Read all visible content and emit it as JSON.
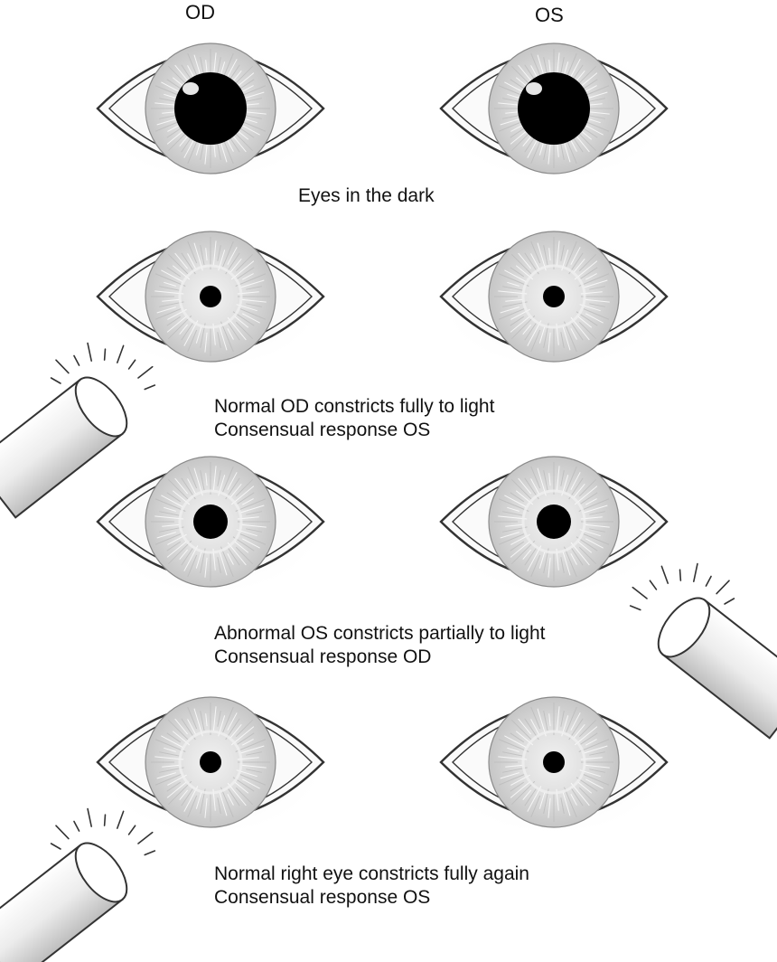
{
  "headers": {
    "left": "OD",
    "right": "OS"
  },
  "rows": [
    {
      "captions": [
        "Eyes in the dark"
      ],
      "pupil": "dilated",
      "light": "none"
    },
    {
      "captions": [
        "Normal OD constricts fully to light",
        "Consensual response OS"
      ],
      "pupil": "constricted",
      "light": "left"
    },
    {
      "captions": [
        "Abnormal OS constricts partially to light",
        "Consensual response OD"
      ],
      "pupil": "partial",
      "light": "right"
    },
    {
      "captions": [
        "Normal right eye constricts fully again",
        "Consensual response OS"
      ],
      "pupil": "constricted",
      "light": "left"
    }
  ],
  "colors": {
    "line": "#333333",
    "iris": "#dcdcdc",
    "iris_fibers": "#ffffff",
    "pupil": "#000000",
    "sclera": "#fafafa",
    "shadow": "#e9e9e9"
  },
  "icons": {
    "eye": "eye-icon",
    "penlight": "penlight-icon"
  }
}
